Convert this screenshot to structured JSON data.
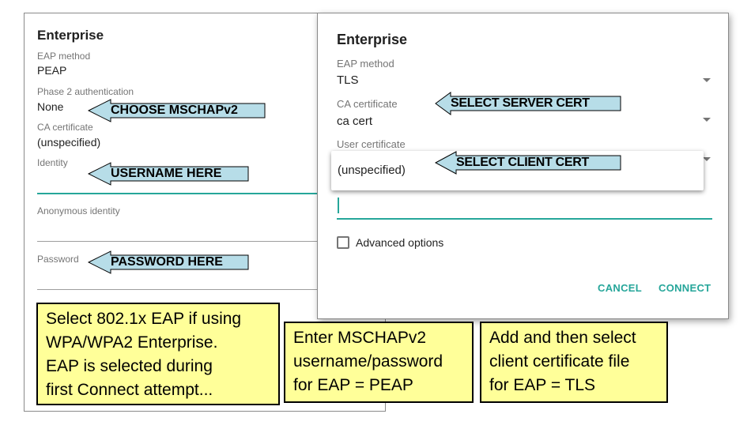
{
  "back_dialog": {
    "title": "Enterprise",
    "eap_method_label": "EAP method",
    "eap_method_value": "PEAP",
    "phase2_label": "Phase 2 authentication",
    "phase2_value": "None",
    "ca_cert_label": "CA certificate",
    "ca_cert_value": "(unspecified)",
    "identity_label": "Identity",
    "anon_identity_label": "Anonymous identity",
    "password_label": "Password"
  },
  "front_dialog": {
    "title": "Enterprise",
    "eap_method_label": "EAP method",
    "eap_method_value": "TLS",
    "ca_cert_label": "CA certificate",
    "ca_cert_value": "ca cert",
    "user_cert_label": "User certificate",
    "user_cert_popup_value": "(unspecified)",
    "advanced_options_label": "Advanced options",
    "cancel_label": "CANCEL",
    "connect_label": "CONNECT",
    "accent_color": "#26a69a"
  },
  "callouts": {
    "choose_mschap": "CHOOSE MSCHAPv2",
    "username_here": "USERNAME HERE",
    "password_here": "PASSWORD HERE",
    "select_server_cert": "SELECT SERVER CERT",
    "select_client_cert": "SELECT CLIENT CERT",
    "arrow_fill": "#b7dde8"
  },
  "notes": {
    "eap_note": [
      "Select 802.1x EAP if using",
      "WPA/WPA2 Enterprise.",
      "EAP is selected during",
      "first Connect attempt..."
    ],
    "peap_note": [
      "Enter MSCHAPv2",
      "username/password",
      "for EAP = PEAP"
    ],
    "tls_note": [
      "Add and then select",
      "client certificate file",
      "for EAP = TLS"
    ],
    "note_fill": "#ffff99"
  }
}
